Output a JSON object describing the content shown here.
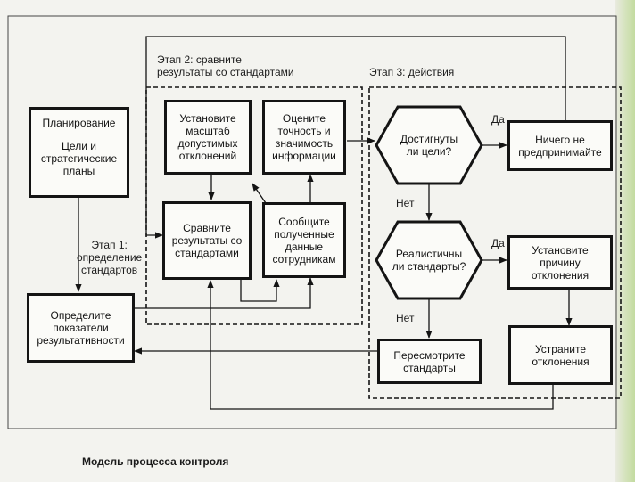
{
  "stage2": {
    "title": "Этап 2: сравните\nрезультаты со стандартами"
  },
  "stage3": {
    "title": "Этап 3: действия"
  },
  "stage1": {
    "title": "Этап 1:\nопределение\nстандартов"
  },
  "boxes": {
    "planning": {
      "title": "Планирование",
      "body": "Цели и\nстратегические\nпланы"
    },
    "metrics": "Определите\nпоказатели\nрезультативности",
    "tolerance": "Установите\nмасштаб\nдопустимых\nотклонений",
    "evaluate": "Оцените\nточность и\nзначимость\nинформации",
    "compare": "Сравните\nрезультаты со\nстандартами",
    "report": "Сообщите\nполученные\nданные\nсотрудникам",
    "nothing": "Ничего не\nпредпринимайте",
    "cause": "Установите\nпричину\nотклонения",
    "eliminate": "Устраните\nотклонения",
    "revise": "Пересмотрите\nстандарты"
  },
  "decisions": {
    "goals": "Достигнуты\nли цели?",
    "realistic": "Реалистичны\nли стандарты?"
  },
  "labels": {
    "yes": "Да",
    "no": "Нет"
  },
  "caption": "Модель процесса контроля",
  "colors": {
    "ink": "#141414",
    "paper": "#f3f3ef",
    "box_fill": "#fbfbf8"
  }
}
